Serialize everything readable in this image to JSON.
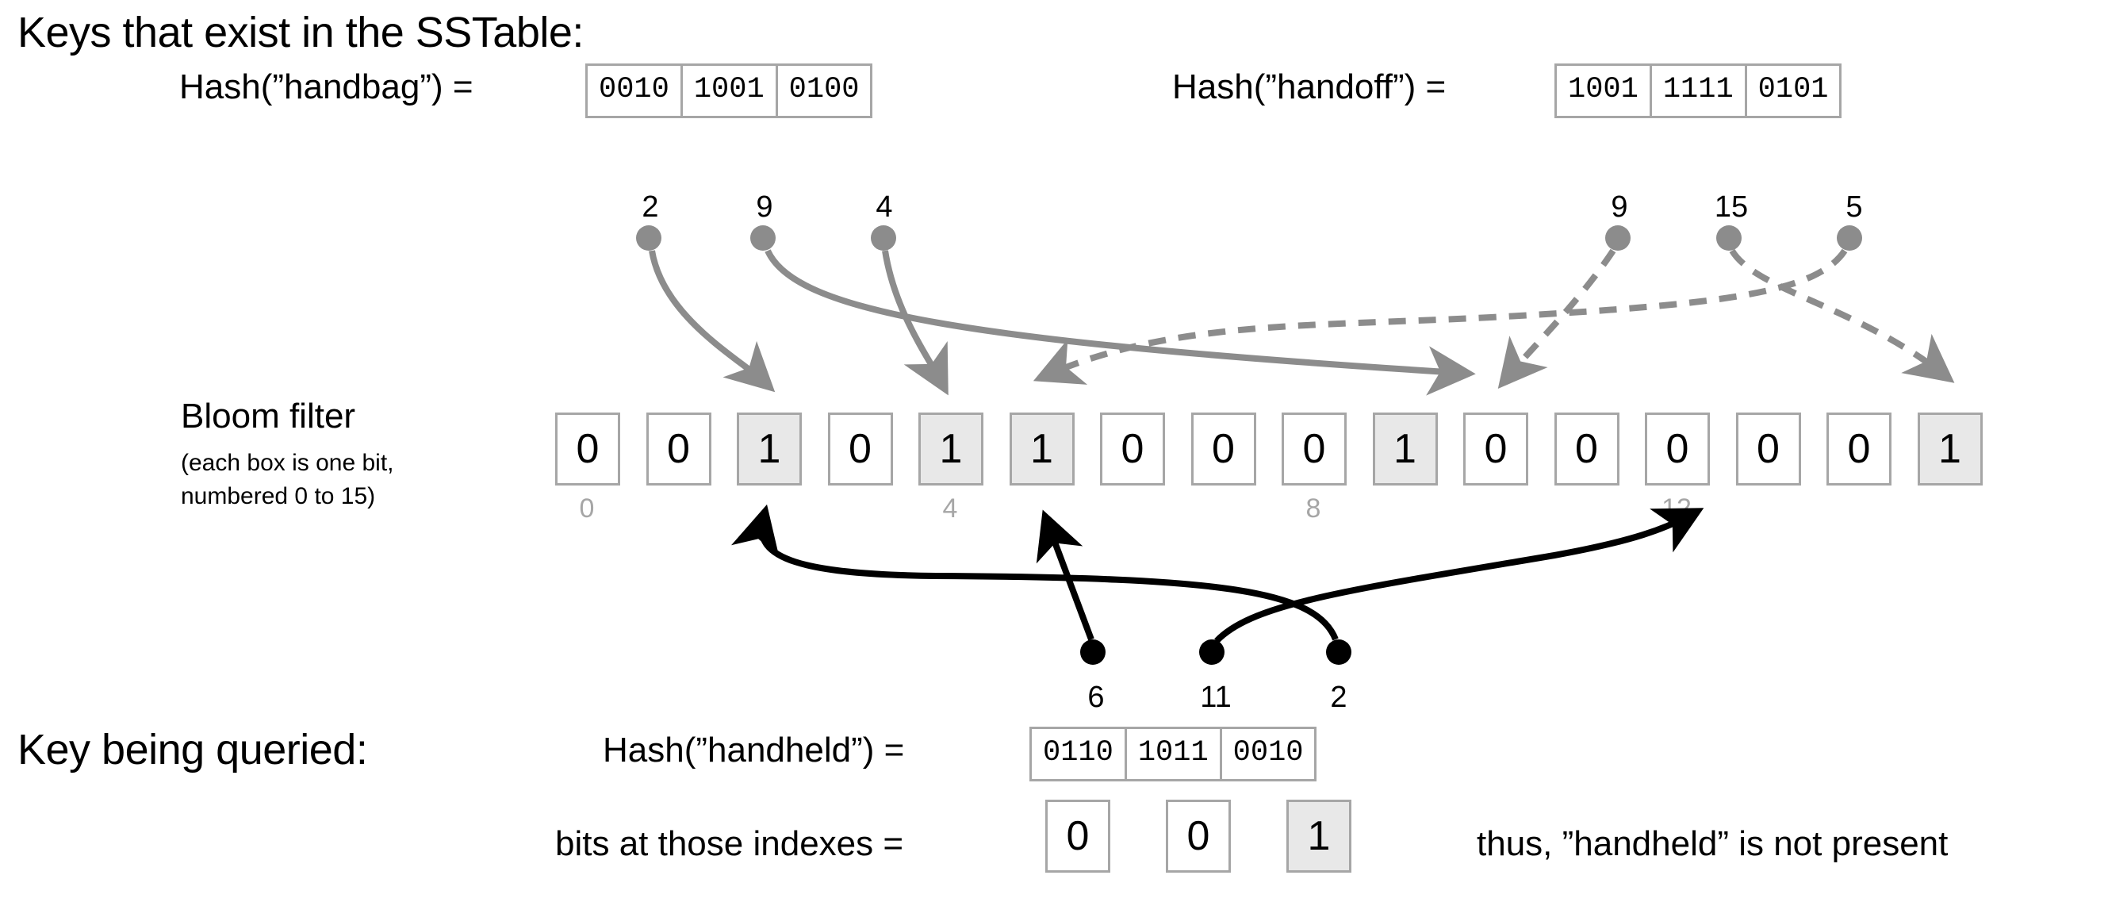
{
  "sections": {
    "exist_heading": "Keys that exist in the SSTable:",
    "query_heading": "Key being queried:"
  },
  "bloom": {
    "label_line1": "Bloom filter",
    "label_line2": "(each box is one bit,",
    "label_line3": "numbered 0 to 15)",
    "bits": [
      "0",
      "0",
      "1",
      "0",
      "1",
      "1",
      "0",
      "0",
      "0",
      "1",
      "0",
      "0",
      "0",
      "0",
      "0",
      "1"
    ],
    "set_indexes": [
      2,
      4,
      5,
      9,
      15
    ],
    "index_ticks": [
      {
        "index": 0,
        "label": "0"
      },
      {
        "index": 4,
        "label": "4"
      },
      {
        "index": 8,
        "label": "8"
      },
      {
        "index": 12,
        "label": "12"
      }
    ]
  },
  "hashes": [
    {
      "id": "handbag",
      "expr": "Hash(”handbag”) =",
      "chunks": [
        "0010",
        "1001",
        "0100"
      ],
      "indexes": [
        "2",
        "9",
        "4"
      ],
      "style": "solid"
    },
    {
      "id": "handoff",
      "expr": "Hash(”handoff”) =",
      "chunks": [
        "1001",
        "1111",
        "0101"
      ],
      "indexes": [
        "9",
        "15",
        "5"
      ],
      "style": "dashed"
    },
    {
      "id": "handheld",
      "expr": "Hash(”handheld”) =",
      "chunks": [
        "0110",
        "1011",
        "0010"
      ],
      "indexes": [
        "6",
        "11",
        "2"
      ],
      "style": "query"
    }
  ],
  "result": {
    "label": "bits at those indexes =",
    "bits": [
      "0",
      "0",
      "1"
    ],
    "set_flags": [
      false,
      false,
      true
    ],
    "conclusion": "thus, ”handheld” is not present"
  },
  "colors": {
    "box_border": "#a6a6a6",
    "box_fill_set": "#e8e8e8",
    "arrow_existing": "#8c8c8c",
    "arrow_query": "#000000",
    "index_tick": "#a6a6a6",
    "text": "#000000"
  }
}
